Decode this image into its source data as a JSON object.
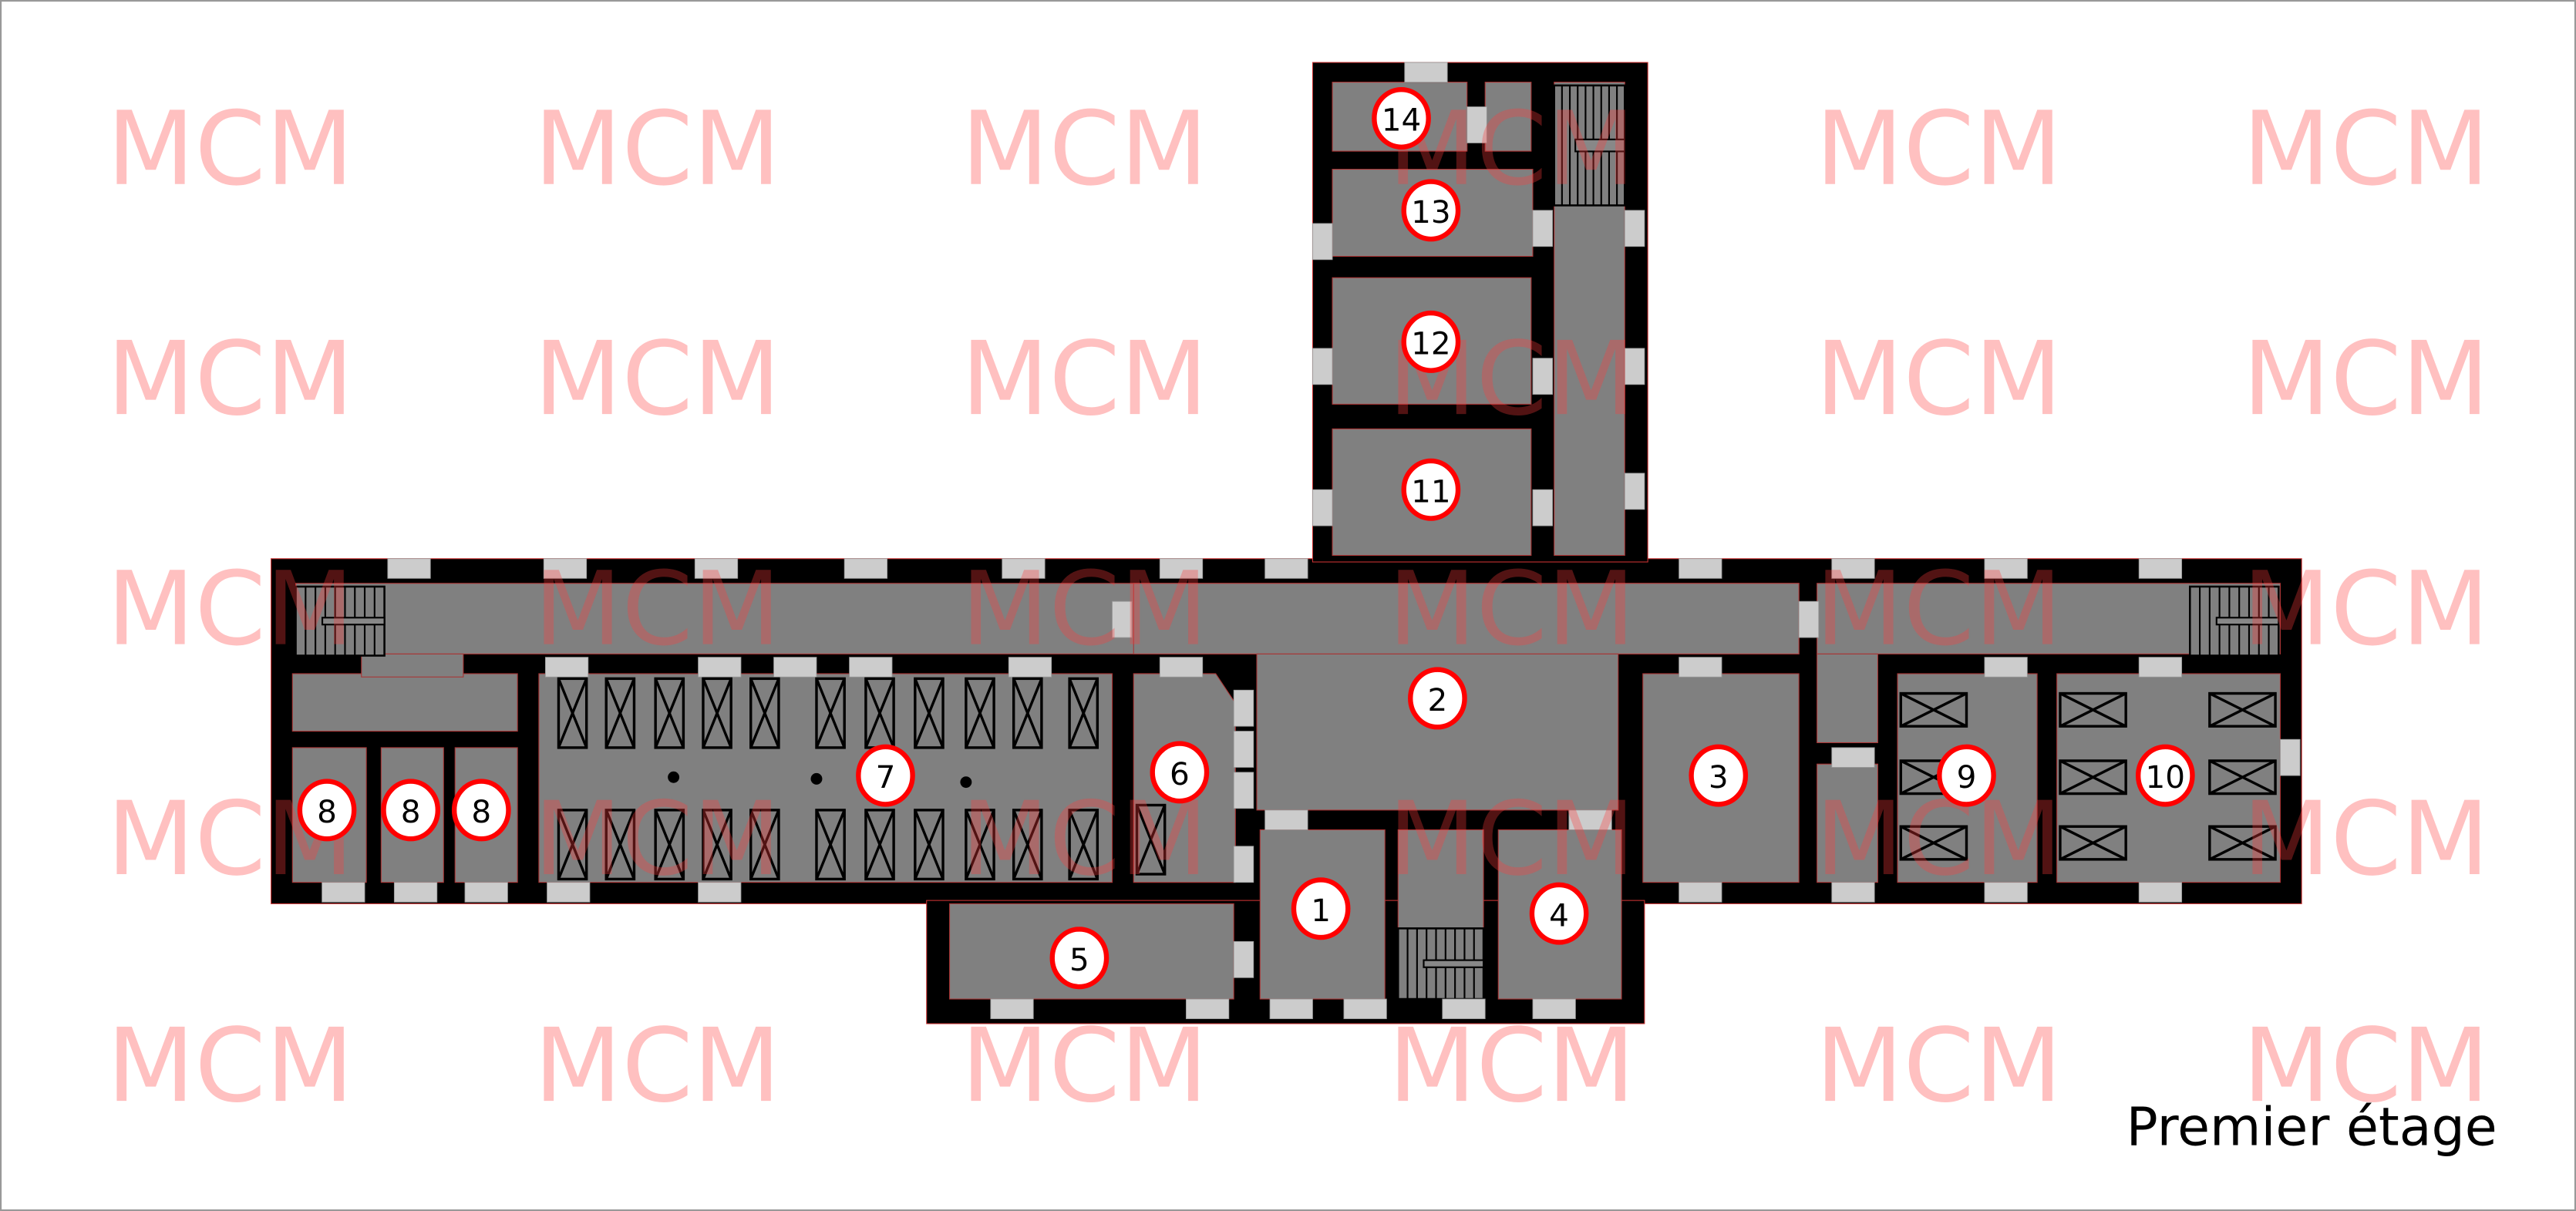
{
  "plan": {
    "title": "Premier étage",
    "watermark": "MCM",
    "colors": {
      "wall": "#000000",
      "room": "#808080",
      "window": "#cccccc",
      "marker_ring": "#ff0000",
      "watermark": "#ff3c3c"
    },
    "rooms": [
      {
        "id": "room-1",
        "label": "1"
      },
      {
        "id": "room-2",
        "label": "2"
      },
      {
        "id": "room-3",
        "label": "3"
      },
      {
        "id": "room-4",
        "label": "4"
      },
      {
        "id": "room-5",
        "label": "5"
      },
      {
        "id": "room-6",
        "label": "6"
      },
      {
        "id": "room-7",
        "label": "7"
      },
      {
        "id": "room-8a",
        "label": "8"
      },
      {
        "id": "room-8b",
        "label": "8"
      },
      {
        "id": "room-8c",
        "label": "8"
      },
      {
        "id": "room-9",
        "label": "9"
      },
      {
        "id": "room-10",
        "label": "10"
      },
      {
        "id": "room-11",
        "label": "11"
      },
      {
        "id": "room-12",
        "label": "12"
      },
      {
        "id": "room-13",
        "label": "13"
      },
      {
        "id": "room-14",
        "label": "14"
      }
    ]
  }
}
